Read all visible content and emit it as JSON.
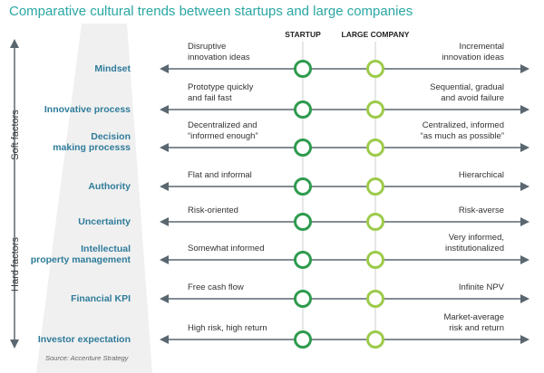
{
  "title": "Comparative cultural trends between startups and large companies",
  "columns": {
    "startup": "STARTUP",
    "large": "LARGE COMPANY"
  },
  "axis": {
    "soft": "Soft factors",
    "hard": "Hard factors"
  },
  "rows": [
    {
      "label": "Mindset",
      "left": "Disruptive\ninnovation ideas",
      "right": "Incremental\ninnovation ideas"
    },
    {
      "label": "Innovative process",
      "left": "Prototype quickly\nand fail fast",
      "right": "Sequential, gradual\nand avoid failure"
    },
    {
      "label": "Decision\nmaking processs",
      "left": "Decentralized and\n“informed enough”",
      "right": "Centralized, informed\n“as much as possible”"
    },
    {
      "label": "Authority",
      "left": "Flat and informal",
      "right": "Hierarchical"
    },
    {
      "label": "Uncertainty",
      "left": "Risk-oriented",
      "right": "Risk-averse"
    },
    {
      "label": "Intellectual\nproperty management",
      "left": "Somewhat informed",
      "right": "Very informed,\ninstitutionalized"
    },
    {
      "label": "Financial KPI",
      "left": "Free cash flow",
      "right": "Infinite NPV"
    },
    {
      "label": "Investor expectation",
      "left": "High risk, high return",
      "right": "Market-average\nrisk and return"
    }
  ],
  "source": "Source: Accenture Strategy",
  "colors": {
    "title": "#2aa7a3",
    "label": "#2f7b9a",
    "line": "#5a6770",
    "startup_circle": "#2e9b4e",
    "large_circle": "#9ccb4a",
    "background_shape": "#eeeeee"
  }
}
